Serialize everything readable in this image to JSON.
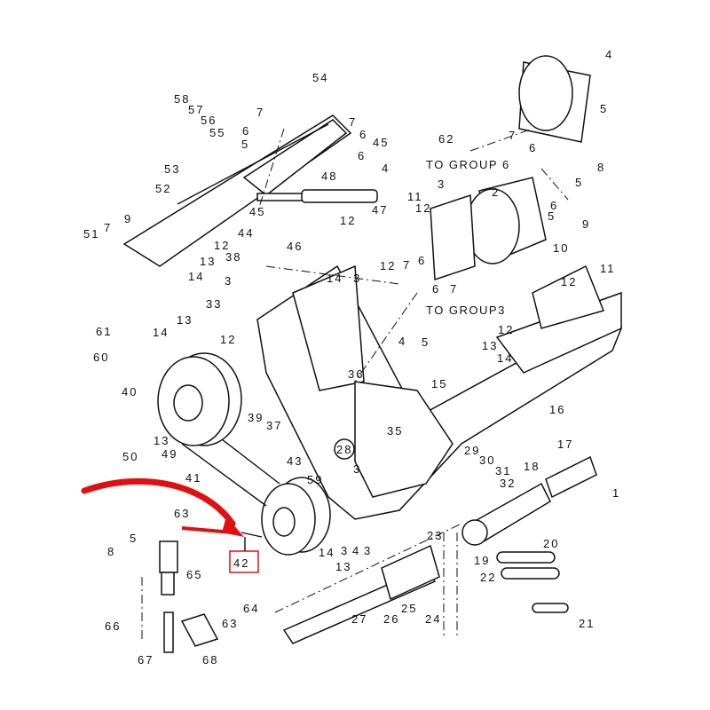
{
  "title": "Parts diagram - drive pulleys and frame",
  "colors": {
    "arrow": "#e01010",
    "line": "#111111",
    "callout_box": "#e01010"
  },
  "references": {
    "group6": "TO GROUP 6",
    "group3": "TO GROUP3"
  },
  "highlighted_part": "42",
  "labels": [
    "54",
    "58",
    "57",
    "56",
    "55",
    "7",
    "7",
    "6",
    "5",
    "6",
    "45",
    "6",
    "4",
    "53",
    "48",
    "52",
    "51",
    "7",
    "9",
    "45",
    "44",
    "46",
    "12",
    "47",
    "11",
    "3",
    "12",
    "12",
    "7",
    "6",
    "2",
    "6",
    "5",
    "9",
    "4",
    "5",
    "62",
    "7",
    "6",
    "8",
    "5",
    "10",
    "12",
    "11",
    "12",
    "13",
    "38",
    "14",
    "3",
    "33",
    "13",
    "14",
    "12",
    "61",
    "60",
    "14",
    "3",
    "4",
    "5",
    "13",
    "14",
    "12",
    "36",
    "15",
    "40",
    "39",
    "37",
    "16",
    "13",
    "49",
    "50",
    "35",
    "28",
    "29",
    "30",
    "31",
    "32",
    "18",
    "17",
    "41",
    "43",
    "59",
    "63",
    "5",
    "8",
    "65",
    "14",
    "3",
    "4",
    "3",
    "13",
    "23",
    "19",
    "22",
    "20",
    "25",
    "24",
    "26",
    "27",
    "21",
    "66",
    "64",
    "63",
    "67",
    "68",
    "6",
    "7",
    "1",
    "3"
  ]
}
